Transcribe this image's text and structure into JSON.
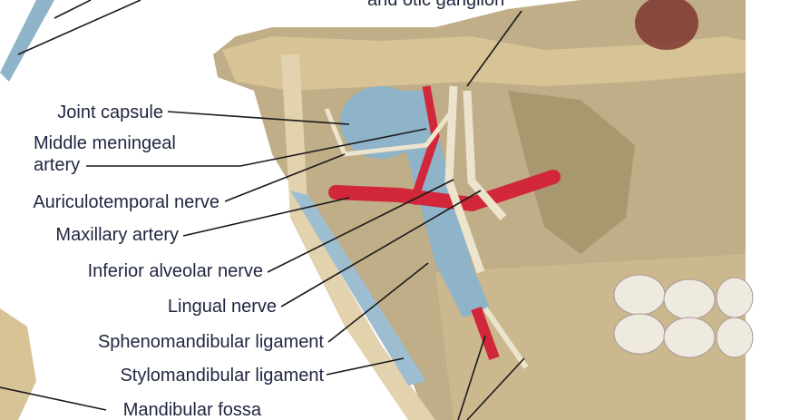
{
  "labels": {
    "otic_ganglion": "and otic ganglion",
    "joint_capsule": "Joint capsule",
    "middle_meningeal_1": "Middle meningeal",
    "middle_meningeal_2": "artery",
    "auriculotemporal": "Auriculotemporal nerve",
    "maxillary_artery": "Maxillary artery",
    "inferior_alveolar": "Inferior alveolar nerve",
    "lingual": "Lingual nerve",
    "sphenomandibular": "Sphenomandibular ligament",
    "stylomandibular": "Stylomandibular ligament",
    "mandibular_fossa": "Mandibular fossa"
  },
  "colors": {
    "text": "#1f2640",
    "bone": "#c9b48a",
    "bone_dark": "#8a7550",
    "ligament": "#8fb3c9",
    "artery": "#d2273a",
    "nerve": "#e8e0c8",
    "tooth": "#eeeae0"
  }
}
